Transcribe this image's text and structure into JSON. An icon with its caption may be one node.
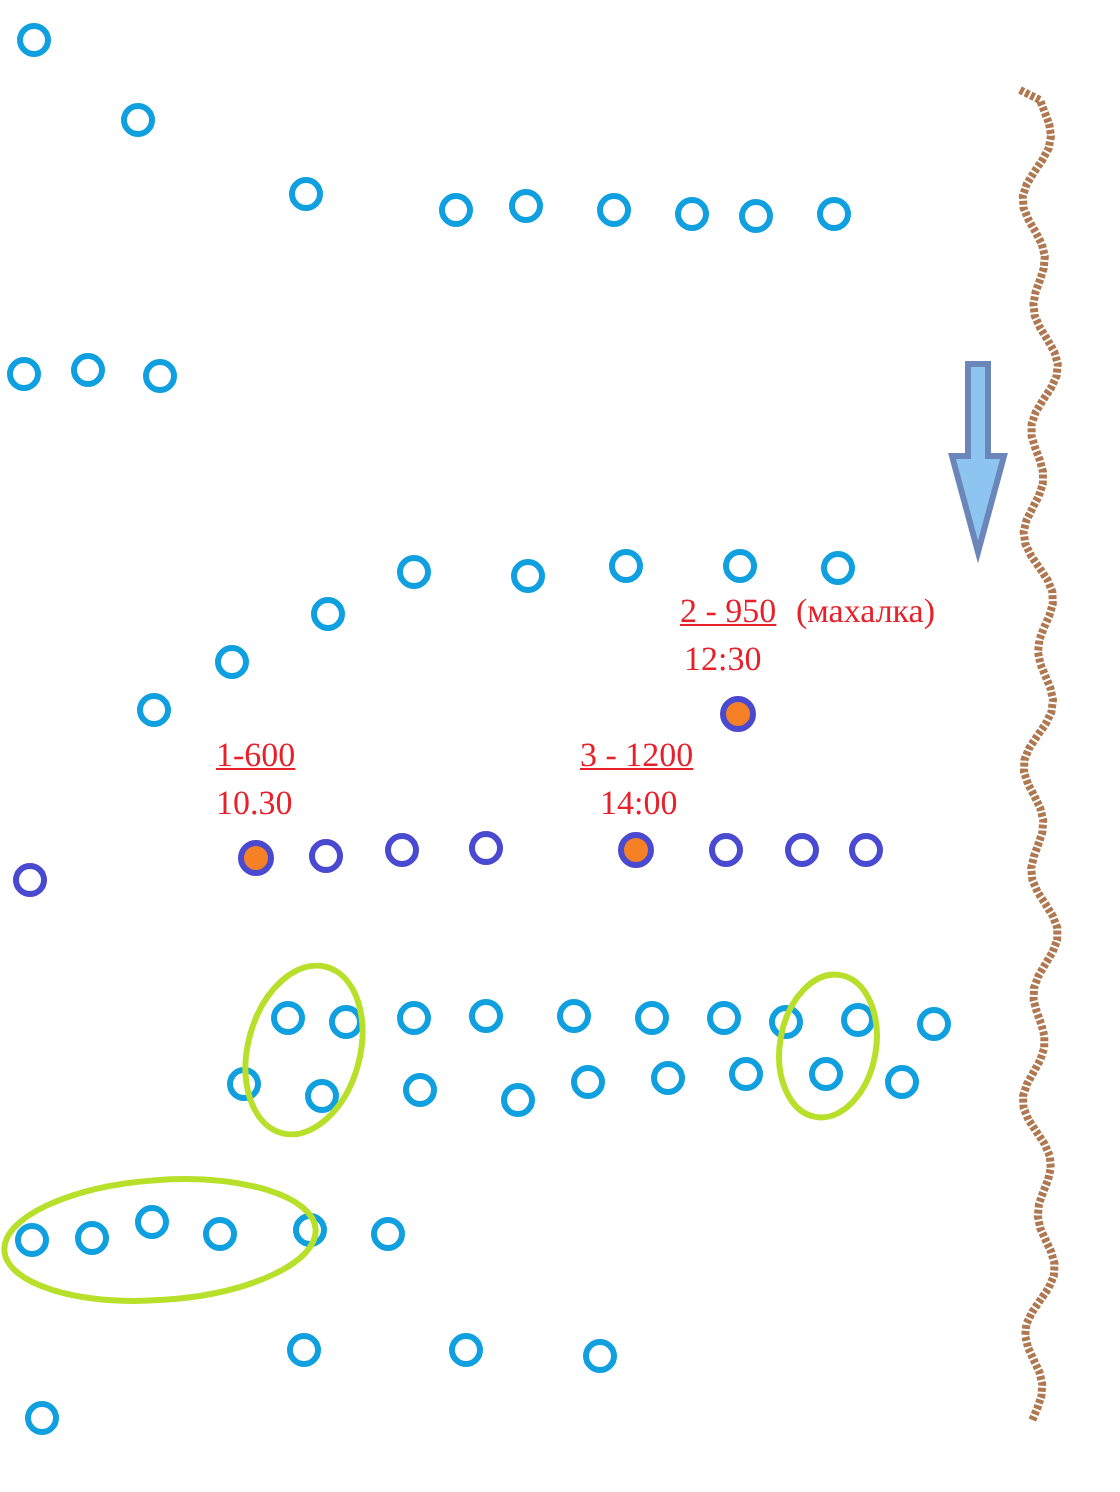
{
  "diagram": {
    "nodes": [
      {
        "text": [],
        "shape": "circle",
        "beside": [
          "2 - 950",
          "(махалка)",
          "12:30"
        ]
      },
      {
        "text": [],
        "shape": "circle",
        "beside": [
          "1-600",
          "10.30"
        ]
      },
      {
        "text": [],
        "shape": "circle",
        "beside": [
          "3 - 1200",
          "14:00"
        ]
      }
    ]
  }
}
